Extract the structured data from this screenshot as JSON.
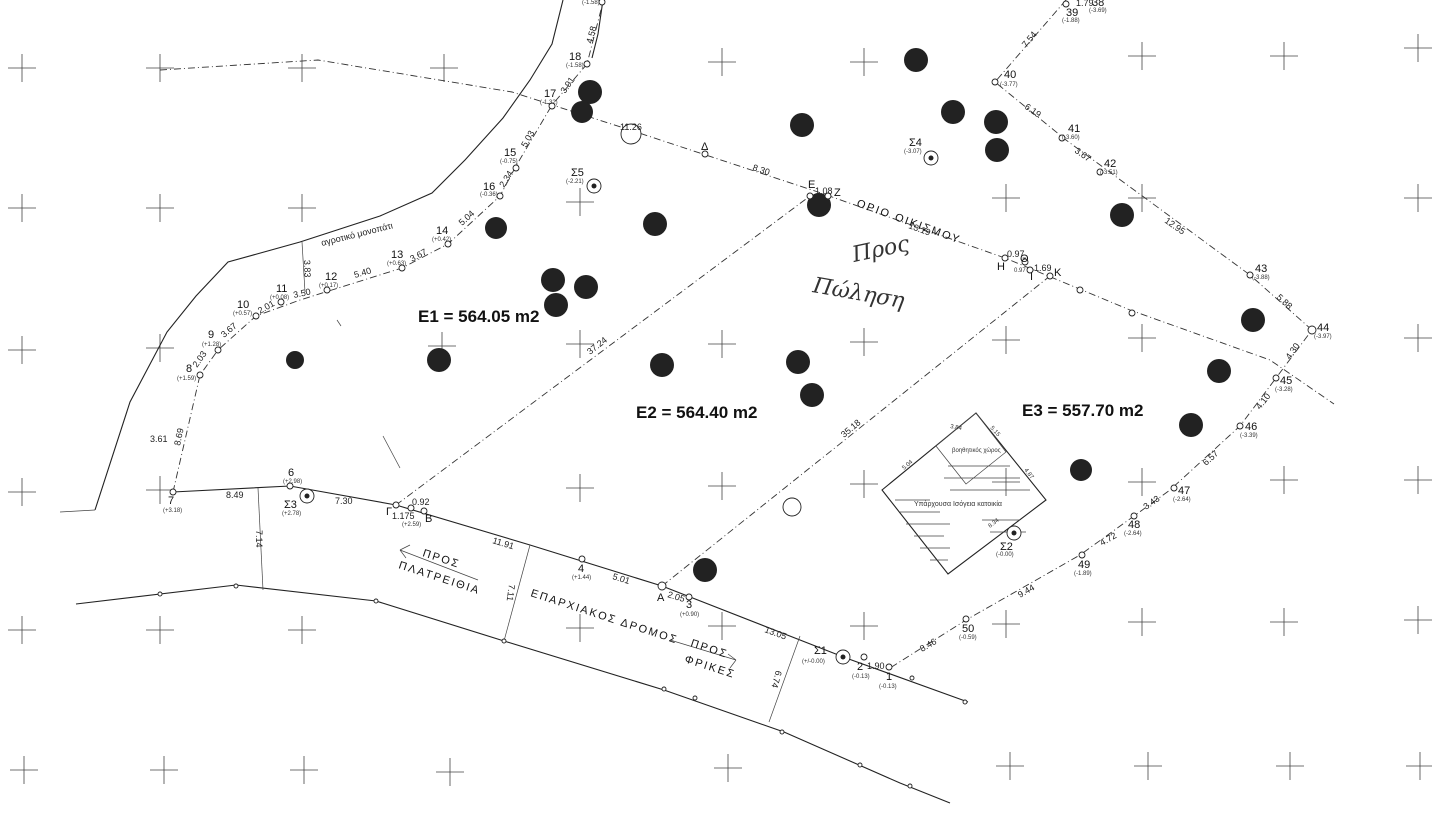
{
  "areas": {
    "e1": "E1 = 564.05 m2",
    "e2": "E2 = 564.40 m2",
    "e3": "E3 = 557.70 m2"
  },
  "labels": {
    "rural_path": "αγροτικό μονοπάτι",
    "settlement_boundary": "ΟΡΙΟ ΟΙΚΙΣΜΟΥ",
    "provincial_road": "ΕΠΑΡΧΙΑΚΟΣ ΔΡΟΜΟΣ",
    "to_square_1": "ΠΡΟΣ",
    "to_square_2": "ΠΛΑΤΡΕΙΘΙΑ",
    "to_frikes_1": "ΠΡΟΣ",
    "to_frikes_2": "ΦΡΙΚΕΣ",
    "building": "Υπάρχουσα Ισόγεια κατοικία",
    "auxiliary": "βοηθητικός χώρος",
    "handwritten_1": "Προς",
    "handwritten_2": "Πώληση"
  },
  "points": {
    "p1": "1",
    "p1e": "(-0.13)",
    "p2": "2",
    "p2e": "(-0.13)",
    "p3": "3",
    "p3e": "(+0.90)",
    "p4": "4",
    "p4e": "(+1.44)",
    "p6": "6",
    "p6e": "(+2.98)",
    "p7": "7",
    "p7e": "(+3.18)",
    "p8": "8",
    "p8e": "(+1.59)",
    "p9": "9",
    "p9e": "(+1.28)",
    "p10": "10",
    "p10e": "(+0.57)",
    "p11": "11",
    "p11e": "(+0.08)",
    "p12": "12",
    "p12e": "(+0.17)",
    "p13": "13",
    "p13e": "(+0.63)",
    "p14": "14",
    "p14e": "(+0.42)",
    "p15": "15",
    "p15e": "(-0.75)",
    "p16": "16",
    "p16e": "(-0.36)",
    "p17": "17",
    "p17e": "(-1.32)",
    "p18": "18",
    "p18e": "(-1.58)",
    "p38": "38",
    "p38e": "(-3.69)",
    "p39": "39",
    "p39e": "(-1.88)",
    "p40": "40",
    "p40e": "(-3.77)",
    "p41": "41",
    "p41e": "(-3.60)",
    "p42": "42",
    "p42e": "(-3.51)",
    "p43": "43",
    "p43e": "(-3.88)",
    "p44": "44",
    "p44e": "(-3.97)",
    "p45": "45",
    "p45e": "(-3.28)",
    "p46": "46",
    "p46e": "(-3.39)",
    "p47": "47",
    "p47e": "(-2.64)",
    "p48": "48",
    "p48e": "(-2.64)",
    "p49": "49",
    "p49e": "(-1.89)",
    "p50": "50",
    "p50e": "(-0.59)",
    "s1": "Σ1",
    "s1e": "(+/-0.00)",
    "s2": "Σ2",
    "s2e": "(-0.00)",
    "s3": "Σ3",
    "s3e": "(+2.78)",
    "s4": "Σ4",
    "s4e": "(-3.07)",
    "s5": "Σ5",
    "s5e": "(-2.21)",
    "a": "A",
    "b": "B",
    "g": "Γ",
    "d": "Δ",
    "e": "E",
    "z": "Z",
    "h": "H",
    "th": "Θ",
    "i": "I",
    "k": "K",
    "b_e": "(+2.59)",
    "top_e": "(-1.58)"
  },
  "dims": {
    "d_8_49": "8.49",
    "d_7_30": "7.30",
    "d_0_92": "0.92",
    "d_1_175": "1.175",
    "d_11_91": "11.91",
    "d_5_01": "5.01",
    "d_2_05": "2.05",
    "d_13_05": "13.05",
    "d_1_90": "1.90",
    "d_7_14": "7.14",
    "d_7_11": "7.11",
    "d_6_74": "6.74",
    "d_3_61": "3.61",
    "d_8_69": "8.69",
    "d_2_03": "2.03",
    "d_3_67": "3.67",
    "d_2_01": "2.01",
    "d_3_50": "3.50",
    "d_5_40": "5.40",
    "d_3_67b": "3.67",
    "d_5_04": "5.04",
    "d_2_34": "2.34",
    "d_5_03": "5.03",
    "d_3_91": "3.91",
    "d_4_58": "4.58",
    "d_3_83": "3.83",
    "d_37_24": "37.24",
    "d_35_18": "35.18",
    "d_8_30": "8.30",
    "d_1_08": "1.08",
    "d_13_19": "13.19",
    "d_0_97": "0.97",
    "d_0_97b": "0.97",
    "d_1_69": "1.69",
    "d_11_26": "11.26",
    "d_7_54": "7.54",
    "d_6_19": "6.19",
    "d_3_67c": "3.67",
    "d_12_95": "12.95",
    "d_5_88": "5.88",
    "d_4_30": "4.30",
    "d_4_10": "4.10",
    "d_6_57": "6.57",
    "d_3_43": "3.43",
    "d_4_72": "4.72",
    "d_9_44": "9.44",
    "d_8_46": "8.46",
    "d_1_79": "1.79",
    "b_5_04": "5.04",
    "b_3_84": "3.84",
    "b_4_87": "4.87",
    "b_8_34": "8.34",
    "b_5_15": "5.15"
  }
}
